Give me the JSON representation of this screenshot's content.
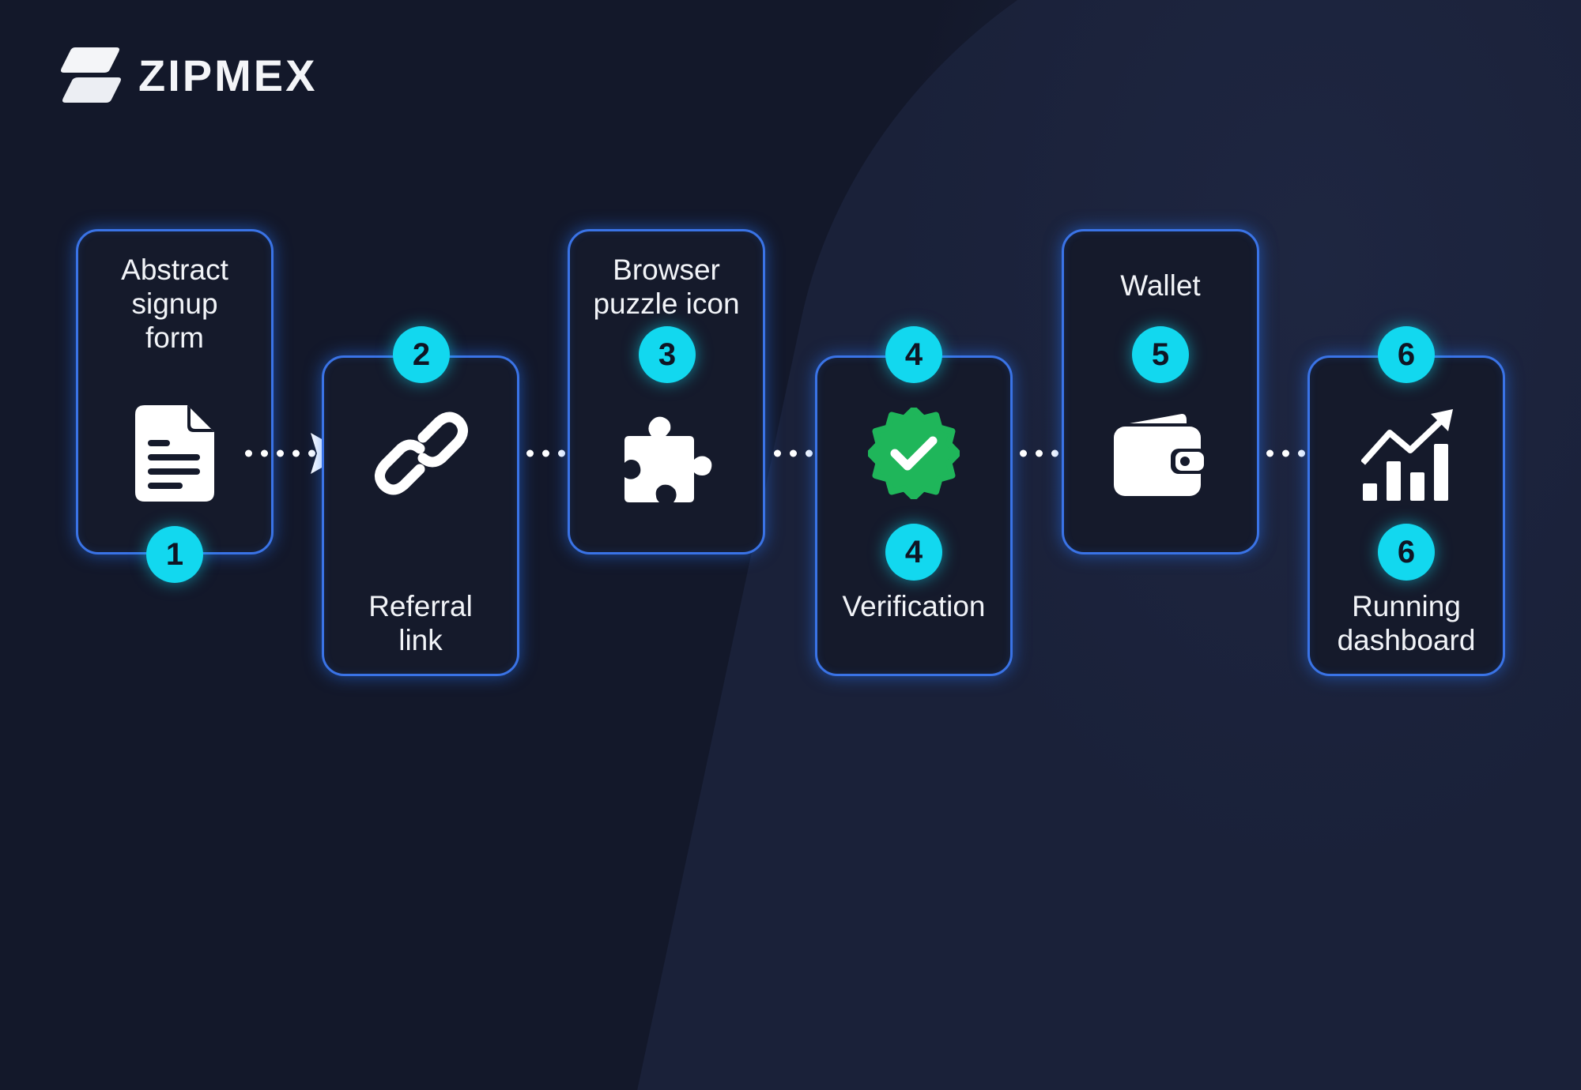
{
  "brand": {
    "name": "ZIPMEX"
  },
  "steps": [
    {
      "title": "Abstract signup form",
      "title_lines": [
        "Abstract",
        "signup",
        "form"
      ],
      "badges": [
        "1"
      ],
      "icon": "document-icon"
    },
    {
      "title": "Referral link",
      "title_lines": [
        "Referral",
        "link"
      ],
      "badges": [
        "2"
      ],
      "icon": "link-icon"
    },
    {
      "title": "Browser puzzle icon",
      "title_lines": [
        "Browser",
        "puzzle icon"
      ],
      "badges": [
        "3"
      ],
      "icon": "puzzle-icon"
    },
    {
      "title": "Verification",
      "title_lines": [
        "Verification"
      ],
      "badges": [
        "4",
        "4"
      ],
      "icon": "verified-badge-icon"
    },
    {
      "title": "Wallet",
      "title_lines": [
        "Wallet"
      ],
      "badges": [
        "5"
      ],
      "icon": "wallet-icon"
    },
    {
      "title": "Running dashboard",
      "title_lines": [
        "Running",
        "dashboard"
      ],
      "badges": [
        "6",
        "6"
      ],
      "icon": "chart-growth-icon"
    }
  ],
  "colors": {
    "background": "#13182a",
    "card_border": "#3a73e6",
    "badge": "#12d8ef",
    "check_green": "#1fb65a"
  }
}
